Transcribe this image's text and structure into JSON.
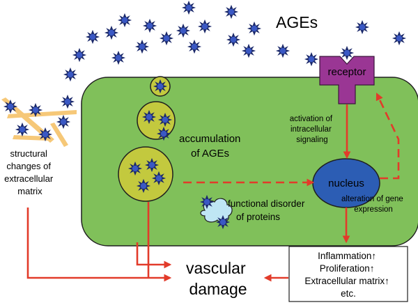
{
  "title": "AGEs",
  "receptor_label": "receptor",
  "nucleus_label": "nucleus",
  "accumulation_label": [
    "accumulation",
    "of AGEs"
  ],
  "signaling_label": [
    "activation of",
    "intracellular",
    "signaling"
  ],
  "gene_expression_label": [
    "alteration of gene",
    "expression"
  ],
  "functional_disorder_label": [
    "functional disorder",
    "of proteins"
  ],
  "ecm_label": [
    "structural",
    "changes of",
    "extracellular",
    "matrix"
  ],
  "outcome_label": [
    "vascular",
    "damage"
  ],
  "effects": [
    "Inflammation↑",
    "Proliferation↑",
    "Extracellular matrix↑",
    "etc."
  ],
  "colors": {
    "cell": "#80c05a",
    "vesicle": "#c3c93e",
    "nucleus": "#2c5db4",
    "receptor": "#9a3694",
    "arrow": "#e23b2a",
    "age_star": "#1c2a6b",
    "age_core": "#3a58c4",
    "fiber": "#f6c878",
    "protein": "#bfe6f4"
  },
  "icons": [
    "age-molecule-icon",
    "receptor-icon",
    "protein-aggregate-icon",
    "collagen-fiber-icon"
  ]
}
